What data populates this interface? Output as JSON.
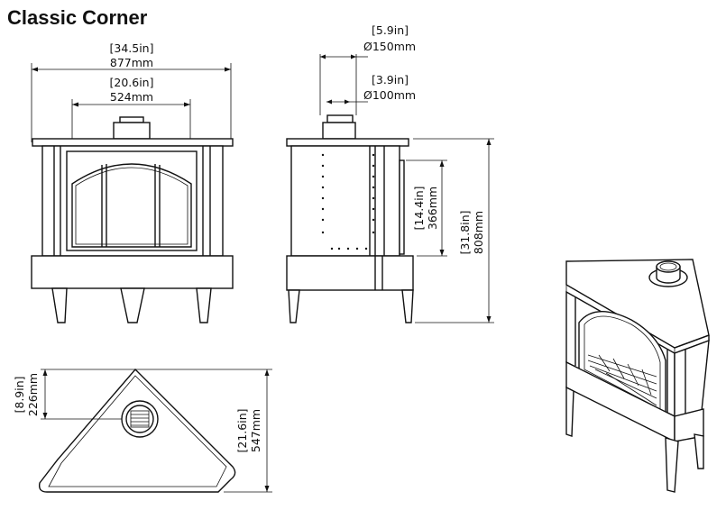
{
  "title": "Classic Corner",
  "dims": {
    "width_in": "[34.5in]",
    "width_mm": "877mm",
    "door_in": "[20.6in]",
    "door_mm": "524mm",
    "flue_large_in": "[5.9in]",
    "flue_large_mm": "Ø150mm",
    "flue_small_in": "[3.9in]",
    "flue_small_mm": "Ø100mm",
    "outlet_height_in": "[14.4in]",
    "outlet_height_mm": "366mm",
    "height_in": "[31.8in]",
    "height_mm": "808mm",
    "flue_offset_in": "[8.9in]",
    "flue_offset_mm": "226mm",
    "depth_in": "[21.6in]",
    "depth_mm": "547mm"
  }
}
